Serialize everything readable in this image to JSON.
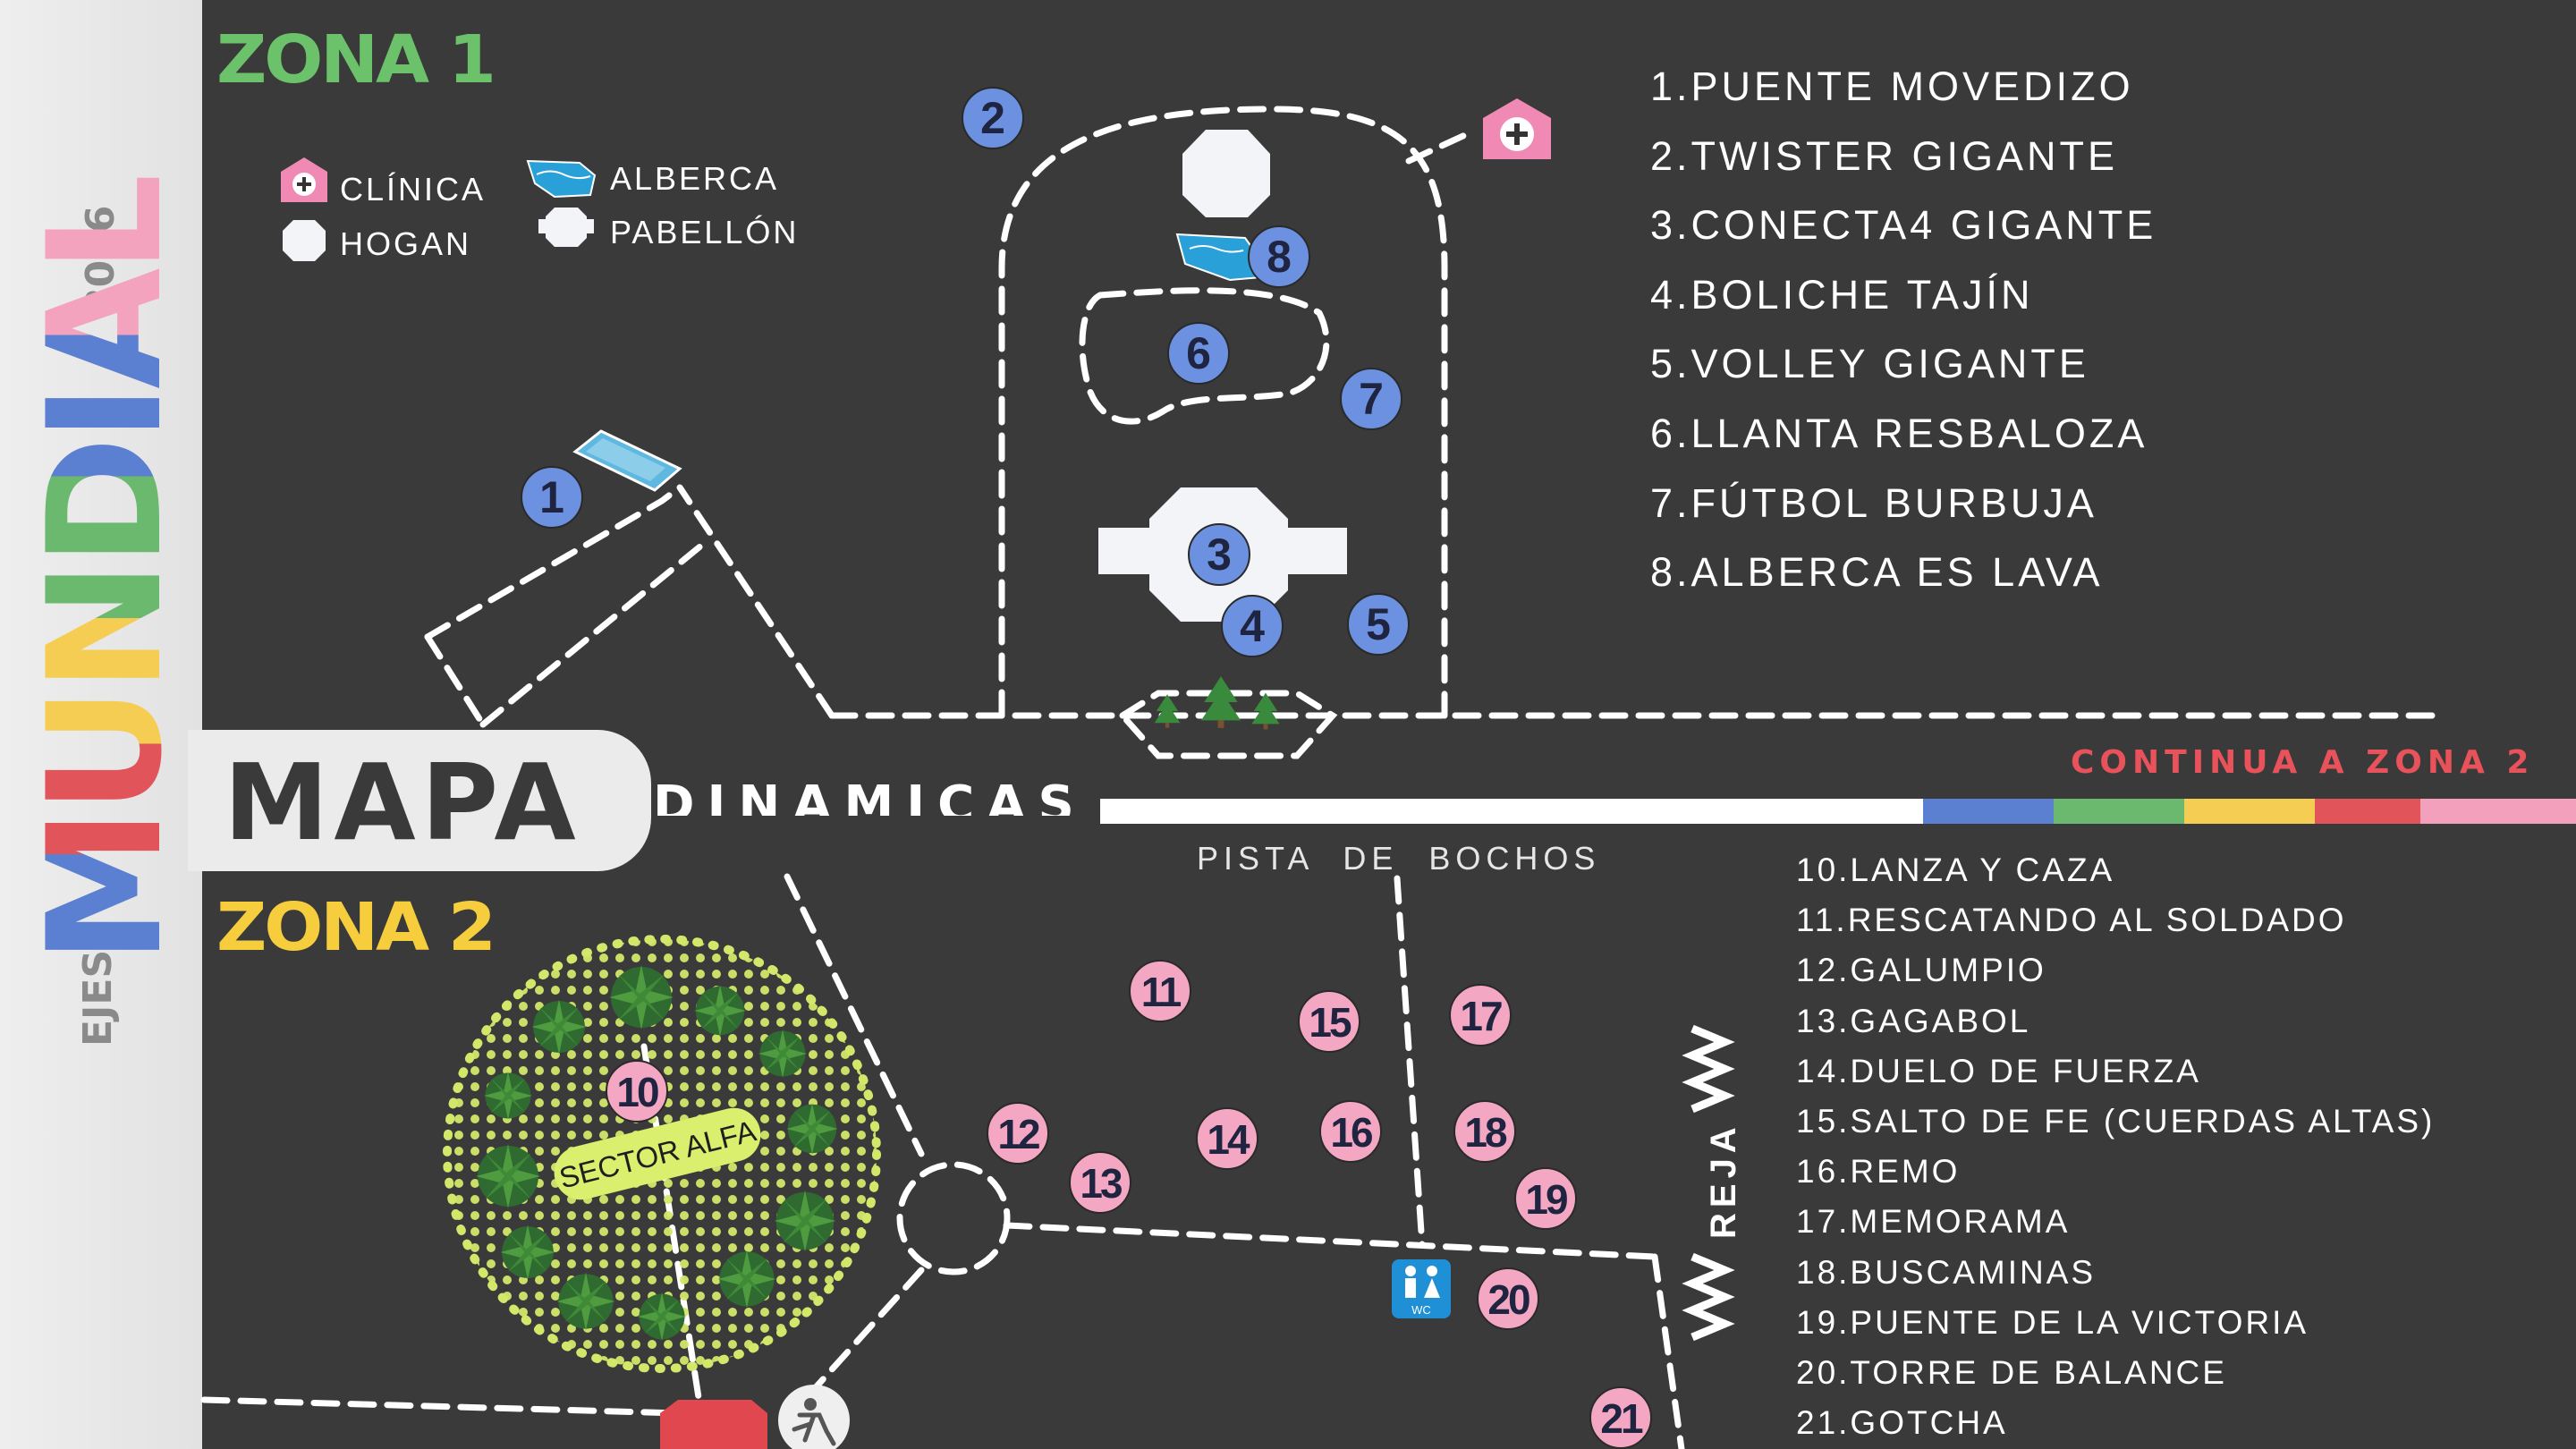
{
  "brand": {
    "top": "2026",
    "main": "MUNDIAL",
    "bottom": "EJES"
  },
  "zones": {
    "zone1": "ZONA 1",
    "zone2": "ZONA 2"
  },
  "legend": {
    "clinic": "CLÍNICA",
    "hogan": "HOGAN",
    "pool": "ALBERCA",
    "pavilion": "PABELLÓN"
  },
  "banner": {
    "map": "MAPA",
    "dynamics": "DINAMICAS",
    "continue": "CONTINUA A ZONA 2",
    "stripe_colors": [
      "#5b7fd1",
      "#6ab96e",
      "#f5cd52",
      "#e0545a",
      "#f3a0bd"
    ]
  },
  "labels": {
    "track": "PISTA DE BOCHOS",
    "fence": "REJA",
    "sector": "SECTOR ALFA",
    "wc": "WC"
  },
  "zone1_list": [
    "1.PUENTE MOVEDIZO",
    "2.TWISTER GIGANTE",
    "3.CONECTA4 GIGANTE",
    "4.BOLICHE TAJÍN",
    "5.VOLLEY GIGANTE",
    "6.LLANTA RESBALOZA",
    "7.FÚTBOL BURBUJA",
    "8.ALBERCA ES LAVA"
  ],
  "zone2_list": [
    "10.LANZA Y CAZA",
    "11.RESCATANDO AL SOLDADO",
    "12.GALUMPIO",
    "13.GAGABOL",
    "14.DUELO DE FUERZA",
    "15.SALTO DE FE (CUERDAS ALTAS)",
    "16.REMO",
    "17.MEMORAMA",
    "18.BUSCAMINAS",
    "19.PUENTE DE LA VICTORIA",
    "20.TORRE DE BALANCE",
    "21.GOTCHA"
  ],
  "zone1_markers": [
    "1",
    "2",
    "3",
    "4",
    "5",
    "6",
    "7",
    "8"
  ],
  "zone2_markers": [
    "10",
    "11",
    "12",
    "13",
    "14",
    "15",
    "16",
    "17",
    "18",
    "19",
    "20",
    "21"
  ],
  "colors": {
    "background": "#3a3a3a",
    "zone1": "#6cc26a",
    "zone2": "#f6cd3d",
    "marker_blue": "#6c91e0",
    "marker_pink": "#f4a7c3",
    "clinic": "#f08ab5",
    "continue": "#e8525a",
    "wc": "#1f8fd6"
  },
  "icons": {
    "clinic": "clinic-icon",
    "hogan": "hogan-icon",
    "pool": "pool-icon",
    "pavilion": "pavilion-icon",
    "trees": "tree-icon",
    "wc": "wc-icon",
    "rescue": "rescue-icon"
  }
}
